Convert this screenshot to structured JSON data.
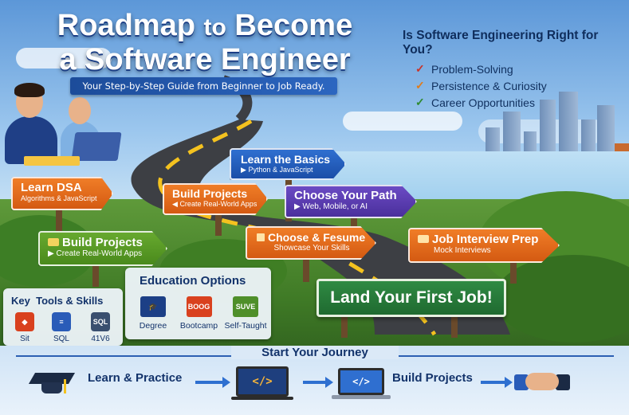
{
  "header": {
    "title_line1_a": "Roadmap",
    "title_line1_b": "to",
    "title_line1_c": "Become",
    "title_line2": "a Software Engineer",
    "subtitle": "Your Step-by-Step Guide from Beginner to Job Ready."
  },
  "fit_panel": {
    "heading": "Is Software Engineering Right for You?",
    "items": [
      {
        "text": "Problem-Solving",
        "check_color": "#c8342a"
      },
      {
        "text": "Persistence & Curiosity",
        "check_color": "#e07b1a"
      },
      {
        "text": "Career Opportunities",
        "check_color": "#2f8a2f"
      }
    ]
  },
  "signs": {
    "learn_basics": {
      "title": "Learn the Basics",
      "sub": "Python & JavaScript",
      "icon": "▶"
    },
    "learn_dsa": {
      "title": "Learn DSA",
      "sub": "Algorithms & JavaScript",
      "icon": "▶"
    },
    "build_projects_mid": {
      "title": "Build Projects",
      "sub": "Create Real-World Apps",
      "icon": "◀"
    },
    "choose_path": {
      "title": "Choose Your Path",
      "sub": "Web, Mobile, or AI",
      "icon": "▶"
    },
    "build_projects_left": {
      "title": "Build Projects",
      "sub": "Create Real-World Apps",
      "icon": "▶"
    },
    "choose_resume": {
      "title": "Choose & Fesume",
      "sub": "Showcase Your Skills"
    },
    "job_interview": {
      "title": "Job Interview Prep",
      "sub": "Mock Interviews"
    },
    "land_job": {
      "title": "Land Your First Job!"
    }
  },
  "education": {
    "heading": "Education Options",
    "options": [
      {
        "label": "Degree",
        "badge": "",
        "color": "#1c3f86"
      },
      {
        "label": "Bootcamp",
        "badge": "BOOG",
        "color": "#d9411e"
      },
      {
        "label": "Self-Taught",
        "badge": "SUVE",
        "color": "#4f8f2a"
      }
    ]
  },
  "tools": {
    "heading_a": "Key",
    "heading_b": "Tools & Skills",
    "items": [
      {
        "label": "Sit",
        "badge": "◆",
        "color": "#d9411e"
      },
      {
        "label": "SQL",
        "badge": "≡",
        "color": "#2a5cb8"
      },
      {
        "label": "41V6",
        "badge": "SQL",
        "color": "#3a4f6f"
      }
    ]
  },
  "journey": {
    "title": "Start Your Journey",
    "steps": [
      "Learn & Practice",
      "Build Projects"
    ],
    "code_glyph_1": "</>",
    "code_glyph_2": "</>"
  },
  "colors": {
    "title_blue": "#1c3f86",
    "accent_orange": "#e8701f",
    "accent_green": "#2f8a43"
  }
}
